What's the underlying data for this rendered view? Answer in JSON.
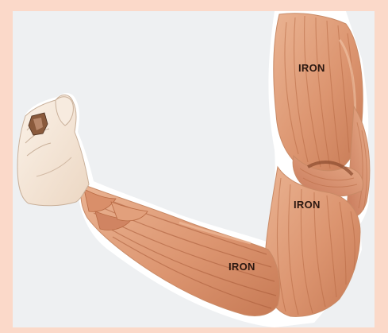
{
  "illustration": {
    "subject": "muscular-arm",
    "labels": {
      "upper_arm": "IRON",
      "elbow": "IRON",
      "forearm": "IRON"
    },
    "colors": {
      "border": "#fbd9c9",
      "background": "#eef0f2",
      "muscle": "#e0a07a",
      "muscle_dark": "#b5643f",
      "skin": "#f6e8da",
      "outline": "#ffffff"
    }
  }
}
